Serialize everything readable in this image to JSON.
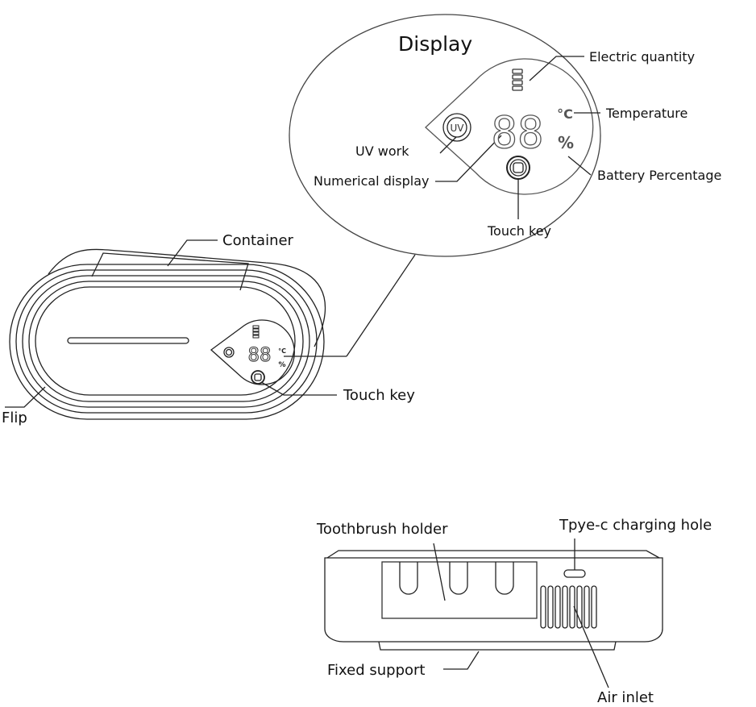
{
  "display_zoom": {
    "title": "Display",
    "labels": {
      "electric_quantity": "Electric quantity",
      "temperature": "Temperature",
      "uv_work": "UV work",
      "numerical_display": "Numerical display",
      "battery_percentage": "Battery Percentage",
      "touch_key": "Touch key"
    },
    "readout": {
      "digits": "88",
      "uv_symbol": "UV",
      "celsius_symbol": "°C",
      "percent_symbol": "%"
    }
  },
  "front_view": {
    "labels": {
      "container": "Container",
      "touch_key": "Touch key",
      "flip": "Flip"
    },
    "readout": {
      "digits": "88",
      "celsius_symbol": "°C",
      "percent_symbol": "%"
    }
  },
  "bottom_view": {
    "labels": {
      "toothbrush_holder": "Toothbrush holder",
      "charging_hole": "Tpye-c charging hole",
      "fixed_support": "Fixed support",
      "air_inlet": "Air inlet"
    }
  }
}
